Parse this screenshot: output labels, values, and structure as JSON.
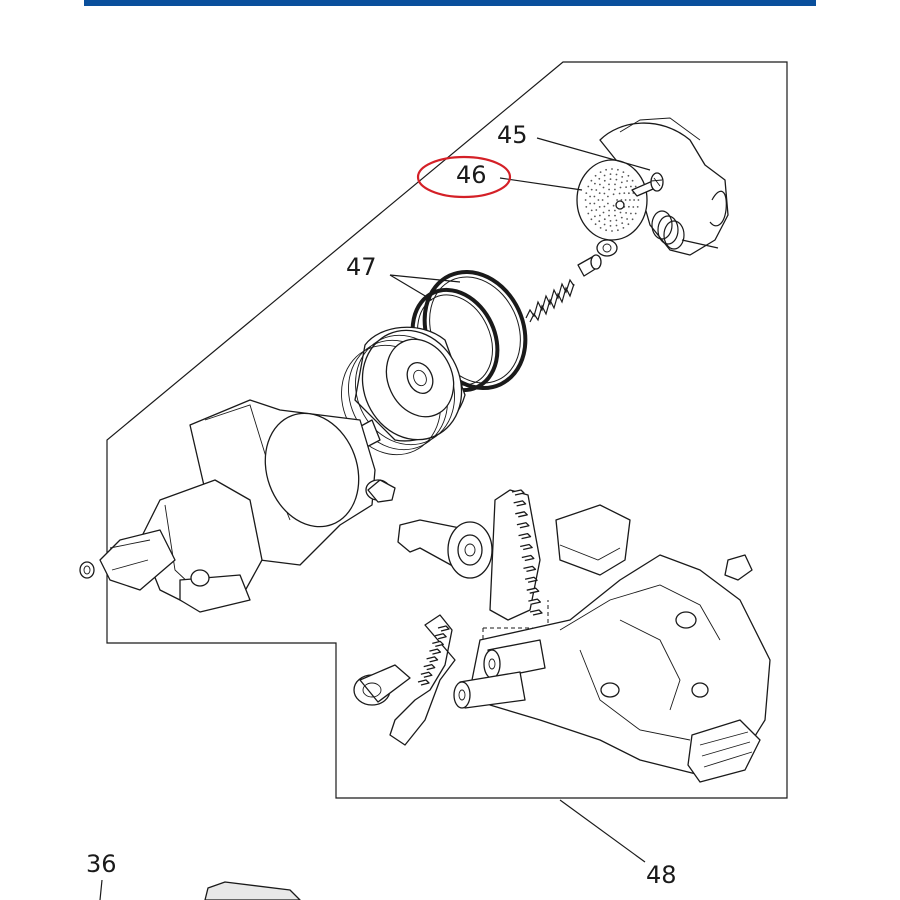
{
  "colors": {
    "header_bar": "#0a4f9c",
    "highlight_ring": "#d42027",
    "ink": "#1a1a1a"
  },
  "callouts": {
    "part_45": "45",
    "part_46": "46",
    "part_47": "47",
    "part_48": "48",
    "part_36": "36"
  },
  "highlighted_part": "46"
}
